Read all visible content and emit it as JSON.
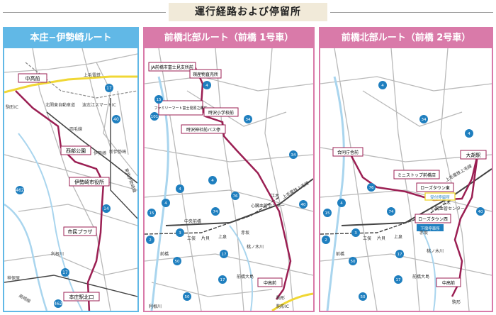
{
  "page": {
    "title": "運行経路および停留所"
  },
  "colors": {
    "route": "#9b1f53",
    "river": "#a9d5ee",
    "road": "#b9b9b9",
    "highway": "#f0d735",
    "panel1": "#61b8e6",
    "panel2": "#d97aa9",
    "panel3": "#d97aa9",
    "shield": "#1f7fbf"
  },
  "panels": [
    {
      "title": "本庄−伊勢崎ルート",
      "stops": [
        "中高前",
        "西部公園",
        "伊勢崎市役所",
        "市民プラザ",
        "本庄駅北口"
      ],
      "labels": {
        "honjo_ic": "駒形IC",
        "expressway": "北関東自動車道",
        "sakai_ic": "波志江スマートIC",
        "joden": "上毛電鉄",
        "ryomo": "両毛線",
        "isesaki": "伊勢崎",
        "shin_isesaki": "新伊勢崎",
        "tobu": "東武伊勢崎線",
        "tonegawa": "利根川",
        "hirose": "広瀬川",
        "kamotogawa": "神保原",
        "takasaki": "高崎線"
      },
      "shields": [
        "17",
        "40",
        "462",
        "14",
        "17",
        "462"
      ]
    },
    {
      "title": "前橋北部ルート（前橋 1号車）",
      "stops": [
        "JA前橋市富士見支所前",
        "嶺産物直売所",
        "ファミリーマート富士見原之郷店",
        "時沢小学校前",
        "時沢神社前バス停",
        "中高前"
      ],
      "labels": {
        "joden": "上毛電鉄上毛線",
        "kotoh": "江木",
        "shinkasuga": "心臓血管センター",
        "chuo": "中央前橋",
        "sanbo": "三俣",
        "katakai": "片貝",
        "kamimaebashi": "上泉",
        "akagi": "赤坂",
        "maebashi": "前橋",
        "maebashi_oshima": "前橋大島",
        "tonegawa": "利根川",
        "kiriki": "桃ノ木川",
        "komagata_ic": "駒形IC",
        "komagata": "駒形"
      },
      "shields": [
        "15",
        "101",
        "4",
        "34",
        "34",
        "4",
        "4",
        "76",
        "74",
        "15",
        "4",
        "17",
        "50",
        "40",
        "17",
        "50",
        "3",
        "2"
      ]
    },
    {
      "title": "前橋北部ルート（前橋 2号車）",
      "stops": [
        "合同庁舎前",
        "大胡駅",
        "ミニストップ前橋店",
        "ローズタウン東",
        "受付停留所",
        "ローズタウン西",
        "下宿停車所",
        "中高前"
      ],
      "labels": {
        "joden": "上毛電鉄上毛線",
        "kotoh": "江木",
        "shinkasuga": "心臓血管センター",
        "sanbo": "三俣",
        "katakai": "片貝",
        "kamimaebashi": "上泉",
        "akagi": "赤坂",
        "maebashi": "前橋",
        "maebashi_oshima": "前橋大島",
        "kiriki": "桃ノ木川",
        "komagata": "駒形"
      },
      "shields": [
        "4",
        "34",
        "4",
        "76",
        "74",
        "15",
        "4",
        "17",
        "50",
        "40",
        "17",
        "50",
        "3",
        "2"
      ]
    }
  ]
}
